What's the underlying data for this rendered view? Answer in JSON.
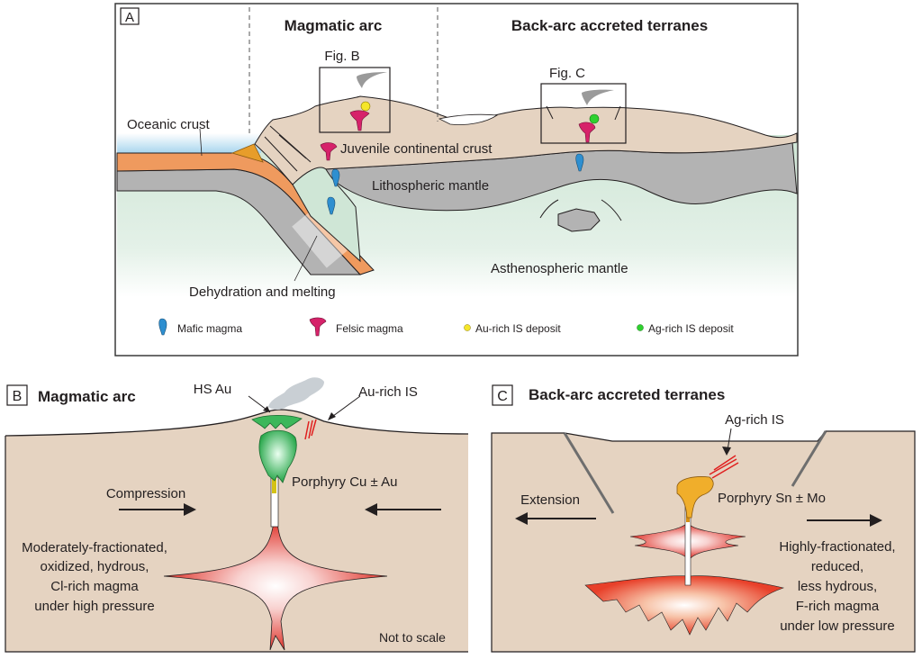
{
  "panelA": {
    "letter": "A",
    "zone_magmatic_arc": "Magmatic arc",
    "zone_back_arc": "Back-arc accreted terranes",
    "fig_b_label": "Fig. B",
    "fig_c_label": "Fig. C",
    "oceanic_crust": "Oceanic crust",
    "juvenile_crust": "Juvenile continental crust",
    "lithospheric_mantle": "Lithospheric mantle",
    "asthenospheric_mantle": "Asthenospheric mantle",
    "dehydration": "Dehydration and melting",
    "legend": [
      {
        "label": "Mafic magma",
        "icon": "mafic-magma-icon",
        "color": "#2e8fd0"
      },
      {
        "label": "Felsic magma",
        "icon": "felsic-magma-icon",
        "color": "#d6226a"
      },
      {
        "label": "Au-rich IS deposit",
        "icon": "au-deposit-icon",
        "color": "#f5e62a"
      },
      {
        "label": "Ag-rich IS deposit",
        "icon": "ag-deposit-icon",
        "color": "#2fd12f"
      }
    ]
  },
  "panelB": {
    "letter": "B",
    "title": "Magmatic arc",
    "hs_au": "HS Au",
    "au_rich_is": "Au-rich IS",
    "porphyry": "Porphyry Cu ± Au",
    "compression": "Compression",
    "magma_desc": [
      "Moderately-fractionated,",
      "oxidized, hydrous,",
      "Cl-rich magma",
      "under high pressure"
    ],
    "not_to_scale": "Not to scale"
  },
  "panelC": {
    "letter": "C",
    "title": "Back-arc accreted terranes",
    "ag_rich_is": "Ag-rich IS",
    "porphyry": "Porphyry Sn ± Mo",
    "extension": "Extension",
    "magma_desc": [
      "Highly-fractionated,",
      "reduced,",
      "less hydrous,",
      "F-rich magma",
      "under low pressure"
    ]
  },
  "colors": {
    "crust": "#e5d3c1",
    "mantle_gray": "#b3b3b3",
    "astheno": "#d5e9dc",
    "slab_orange": "#ef9a5e",
    "ocean": "#b5dcef"
  }
}
